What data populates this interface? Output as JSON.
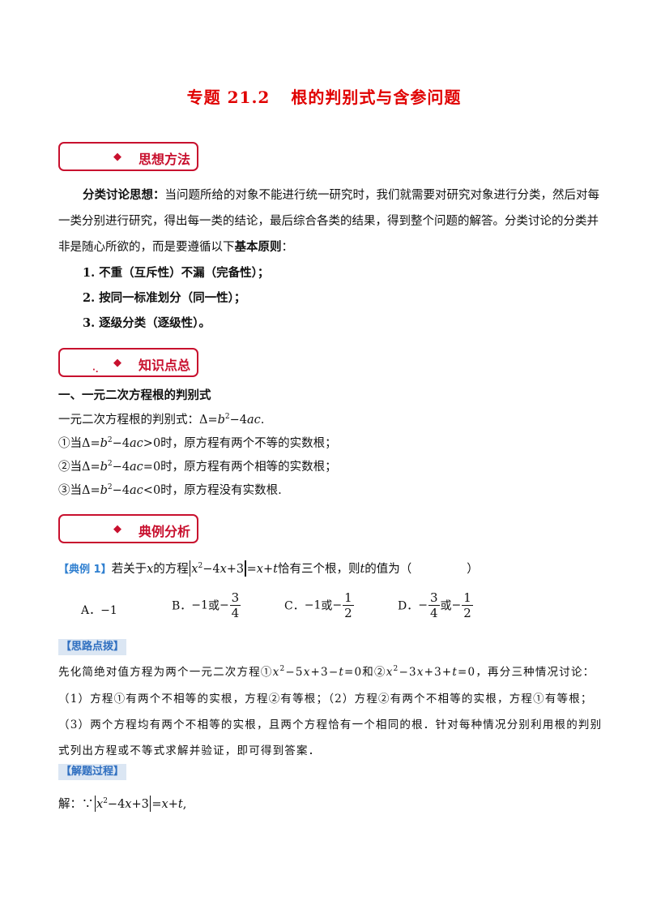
{
  "title": {
    "part1": "专题 21.2",
    "part2": "根的判别式与含参问题"
  },
  "sections": {
    "method": "思想方法",
    "knowledge": "知识点总",
    "knowledge_dots": "·.",
    "examples": "典例分析"
  },
  "method": {
    "lead_bold": "分类讨论思想：",
    "line1": "当问题所给的对象不能进行统一研究时，我们就需要对研究对象进行分类，然后对每",
    "line2": "一类分别进行研究，得出每一类的结论，最后综合各类的结果，得到整个问题的解答。分类讨论的分类并",
    "line3_pre": "非是随心所欲的，而是要遵循以下",
    "line3_bold": "基本原则",
    "line3_post": "：",
    "principles": [
      "1. 不重（互斥性）不漏（完备性）；",
      "2. 按同一标准划分（同一性）；",
      "3. 逐级分类（逐级性）。"
    ]
  },
  "knowledge": {
    "heading": "一、一元二次方程根的判别式",
    "def_text": "一元二次方程根的判别式：",
    "case1_pre": "①当",
    "case1_post": "时，原方程有两个不等的实数根；",
    "case2_pre": "②当",
    "case2_post": "时，原方程有两个相等的实数根；",
    "case3_pre": "③当",
    "case3_post": "时，原方程没有实数根."
  },
  "example": {
    "label": "【典例 1】",
    "q_pre": "若关于",
    "q_mid1": "的方程",
    "q_mid2": "恰有三个根，则",
    "q_post": "的值为（",
    "q_close": "）",
    "options": {
      "a": "A．",
      "b": "B．",
      "c": "C．",
      "d": "D．"
    },
    "or": "或"
  },
  "hint": {
    "tag": "【思路点拨】",
    "line1_pre": "先化简绝对值方程为两个一元二次方程①",
    "line1_mid": "和②",
    "line1_post": "，再分三种情况讨论：",
    "line2": "（1）方程①有两个不相等的实根，方程②有等根；（2）方程②有两个不相等的实根，方程①有等根；",
    "line3": "（3）两个方程均有两个不相等的实根，且两个方程恰有一个相同的根．针对每种情况分别利用根的判别",
    "line4": "式列出方程或不等式求解并验证，即可得到答案．"
  },
  "solution": {
    "tag": "【解题过程】",
    "line1_pre": "解：",
    "because": "∵"
  }
}
